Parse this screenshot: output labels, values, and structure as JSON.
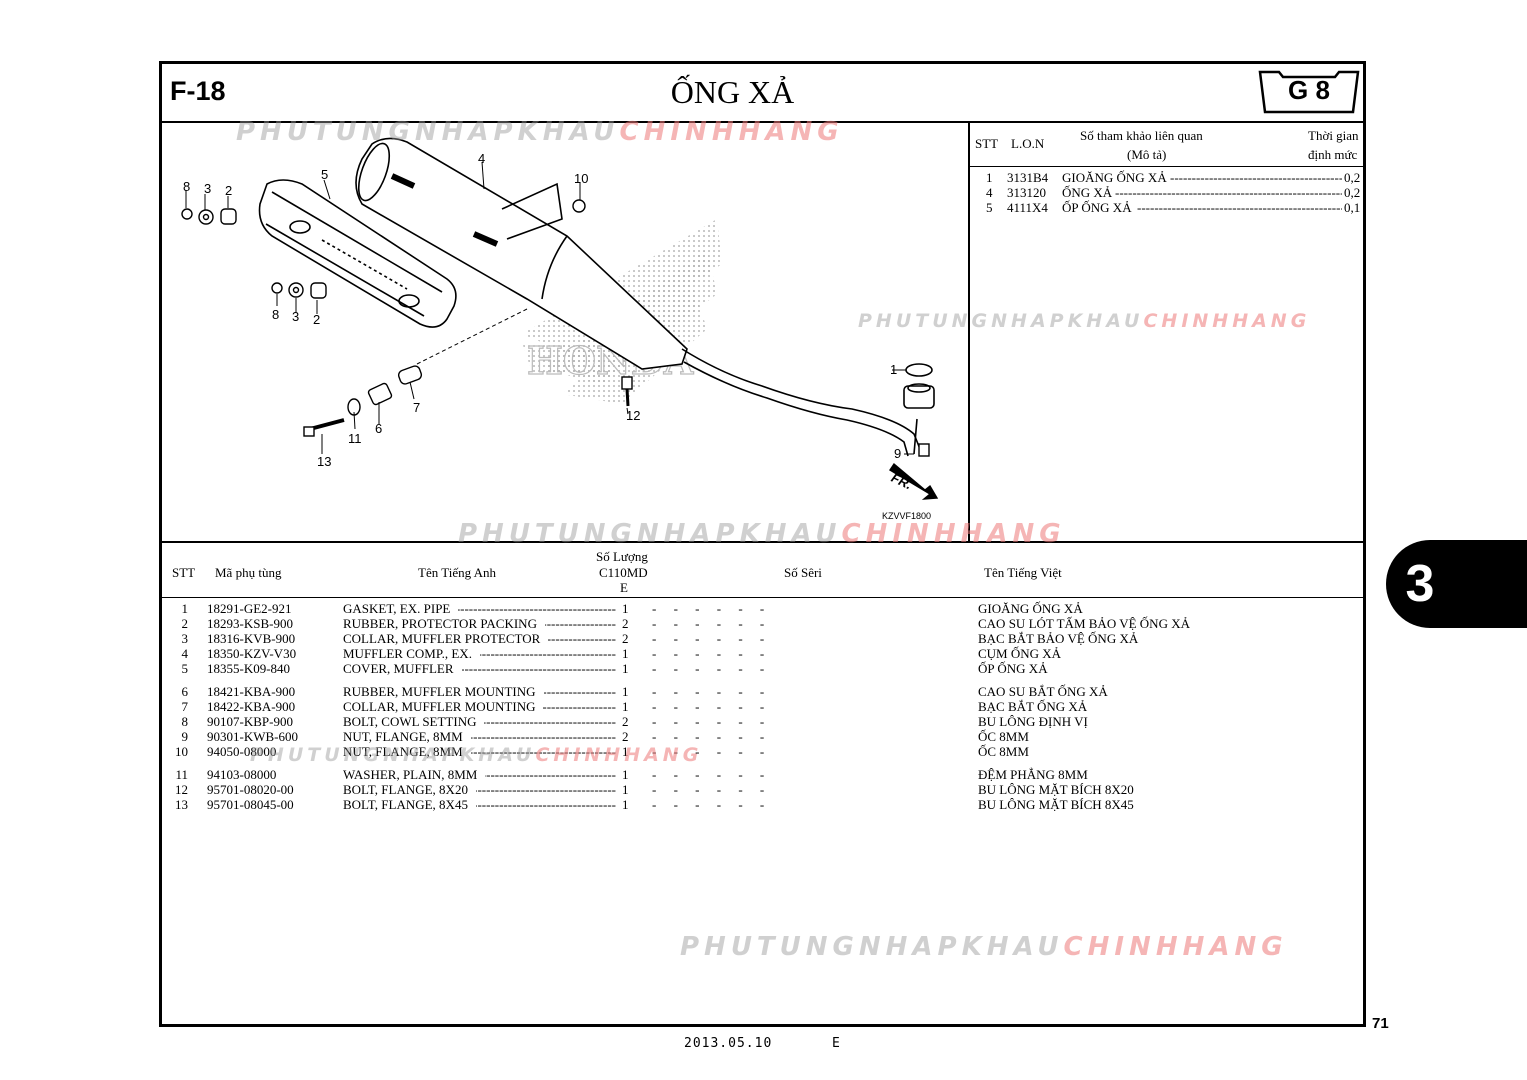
{
  "header": {
    "section_code": "F-18",
    "title": "ỐNG XẢ",
    "group_code": "G 8"
  },
  "watermark": {
    "part_gray": "PHUTUNGNHAPKHAU",
    "part_red": "CHINHHANG"
  },
  "diagram": {
    "callouts": [
      "1",
      "2",
      "3",
      "4",
      "5",
      "6",
      "7",
      "8",
      "9",
      "10",
      "11",
      "12",
      "13"
    ],
    "brand_mark": "HONDA",
    "direction_label": "FR.",
    "diagram_code": "KZVVF1800"
  },
  "ref_table": {
    "headers": {
      "stt": "STT",
      "lon": "L.O.N",
      "desc_line1": "Số tham khảo liên quan",
      "desc_line2": "(Mô tả)",
      "time_line1": "Thời gian",
      "time_line2": "định mức"
    },
    "rows": [
      {
        "stt": "1",
        "lon": "3131B4",
        "desc": "GIOĂNG ỐNG XẢ",
        "time": "0,2"
      },
      {
        "stt": "4",
        "lon": "313120",
        "desc": "ỐNG XẢ",
        "time": "0,2"
      },
      {
        "stt": "5",
        "lon": "4111X4",
        "desc": "ỐP ỐNG XẢ",
        "time": "0,1"
      }
    ]
  },
  "parts_table": {
    "headers": {
      "stt": "STT",
      "part_no": "Mã phụ tùng",
      "name_en": "Tên Tiếng Anh",
      "qty_line1": "Số Lượng",
      "qty_line2": "C110MD",
      "qty_line3": "E",
      "serial": "Số Sêri",
      "name_vi": "Tên  Tiếng Việt"
    },
    "rows": [
      {
        "stt": "1",
        "part_no": "18291-GE2-921",
        "name_en": "GASKET, EX. PIPE",
        "qty": "1",
        "name_vi": "GIOĂNG ỐNG XẢ"
      },
      {
        "stt": "2",
        "part_no": "18293-KSB-900",
        "name_en": "RUBBER, PROTECTOR PACKING",
        "qty": "2",
        "name_vi": "CAO SU LÓT TẤM BẢO VỆ ỐNG XẢ"
      },
      {
        "stt": "3",
        "part_no": "18316-KVB-900",
        "name_en": "COLLAR, MUFFLER PROTECTOR",
        "qty": "2",
        "name_vi": "BẠC BẮT BẢO VỆ ỐNG XẢ"
      },
      {
        "stt": "4",
        "part_no": "18350-KZV-V30",
        "name_en": "MUFFLER COMP., EX.",
        "qty": "1",
        "name_vi": "CỤM ỐNG XẢ"
      },
      {
        "stt": "5",
        "part_no": "18355-K09-840",
        "name_en": "COVER, MUFFLER",
        "qty": "1",
        "name_vi": "ỐP ỐNG XẢ"
      },
      {
        "stt": "6",
        "part_no": "18421-KBA-900",
        "name_en": "RUBBER, MUFFLER MOUNTING",
        "qty": "1",
        "name_vi": "CAO SU BẮT ỐNG XẢ"
      },
      {
        "stt": "7",
        "part_no": "18422-KBA-900",
        "name_en": "COLLAR, MUFFLER MOUNTING",
        "qty": "1",
        "name_vi": "BẠC BẮT ỐNG XẢ"
      },
      {
        "stt": "8",
        "part_no": "90107-KBP-900",
        "name_en": "BOLT, COWL SETTING",
        "qty": "2",
        "name_vi": "BU LÔNG ĐỊNH VỊ"
      },
      {
        "stt": "9",
        "part_no": "90301-KWB-600",
        "name_en": "NUT, FLANGE, 8MM",
        "qty": "2",
        "name_vi": "ỐC 8MM"
      },
      {
        "stt": "10",
        "part_no": "94050-08000",
        "name_en": "NUT, FLANGE, 8MM",
        "qty": "1",
        "name_vi": "ỐC 8MM"
      },
      {
        "stt": "11",
        "part_no": "94103-08000",
        "name_en": "WASHER, PLAIN, 8MM",
        "qty": "1",
        "name_vi": "ĐỆM PHẲNG 8MM"
      },
      {
        "stt": "12",
        "part_no": "95701-08020-00",
        "name_en": "BOLT, FLANGE, 8X20",
        "qty": "1",
        "name_vi": "BU LÔNG MẶT BÍCH 8X20"
      },
      {
        "stt": "13",
        "part_no": "95701-08045-00",
        "name_en": "BOLT, FLANGE, 8X45",
        "qty": "1",
        "name_vi": "BU LÔNG MẶT BÍCH 8X45"
      }
    ]
  },
  "side_tab": {
    "label": "3"
  },
  "page_number": "71",
  "footer": {
    "date": "2013.05.10",
    "edition": "E"
  }
}
